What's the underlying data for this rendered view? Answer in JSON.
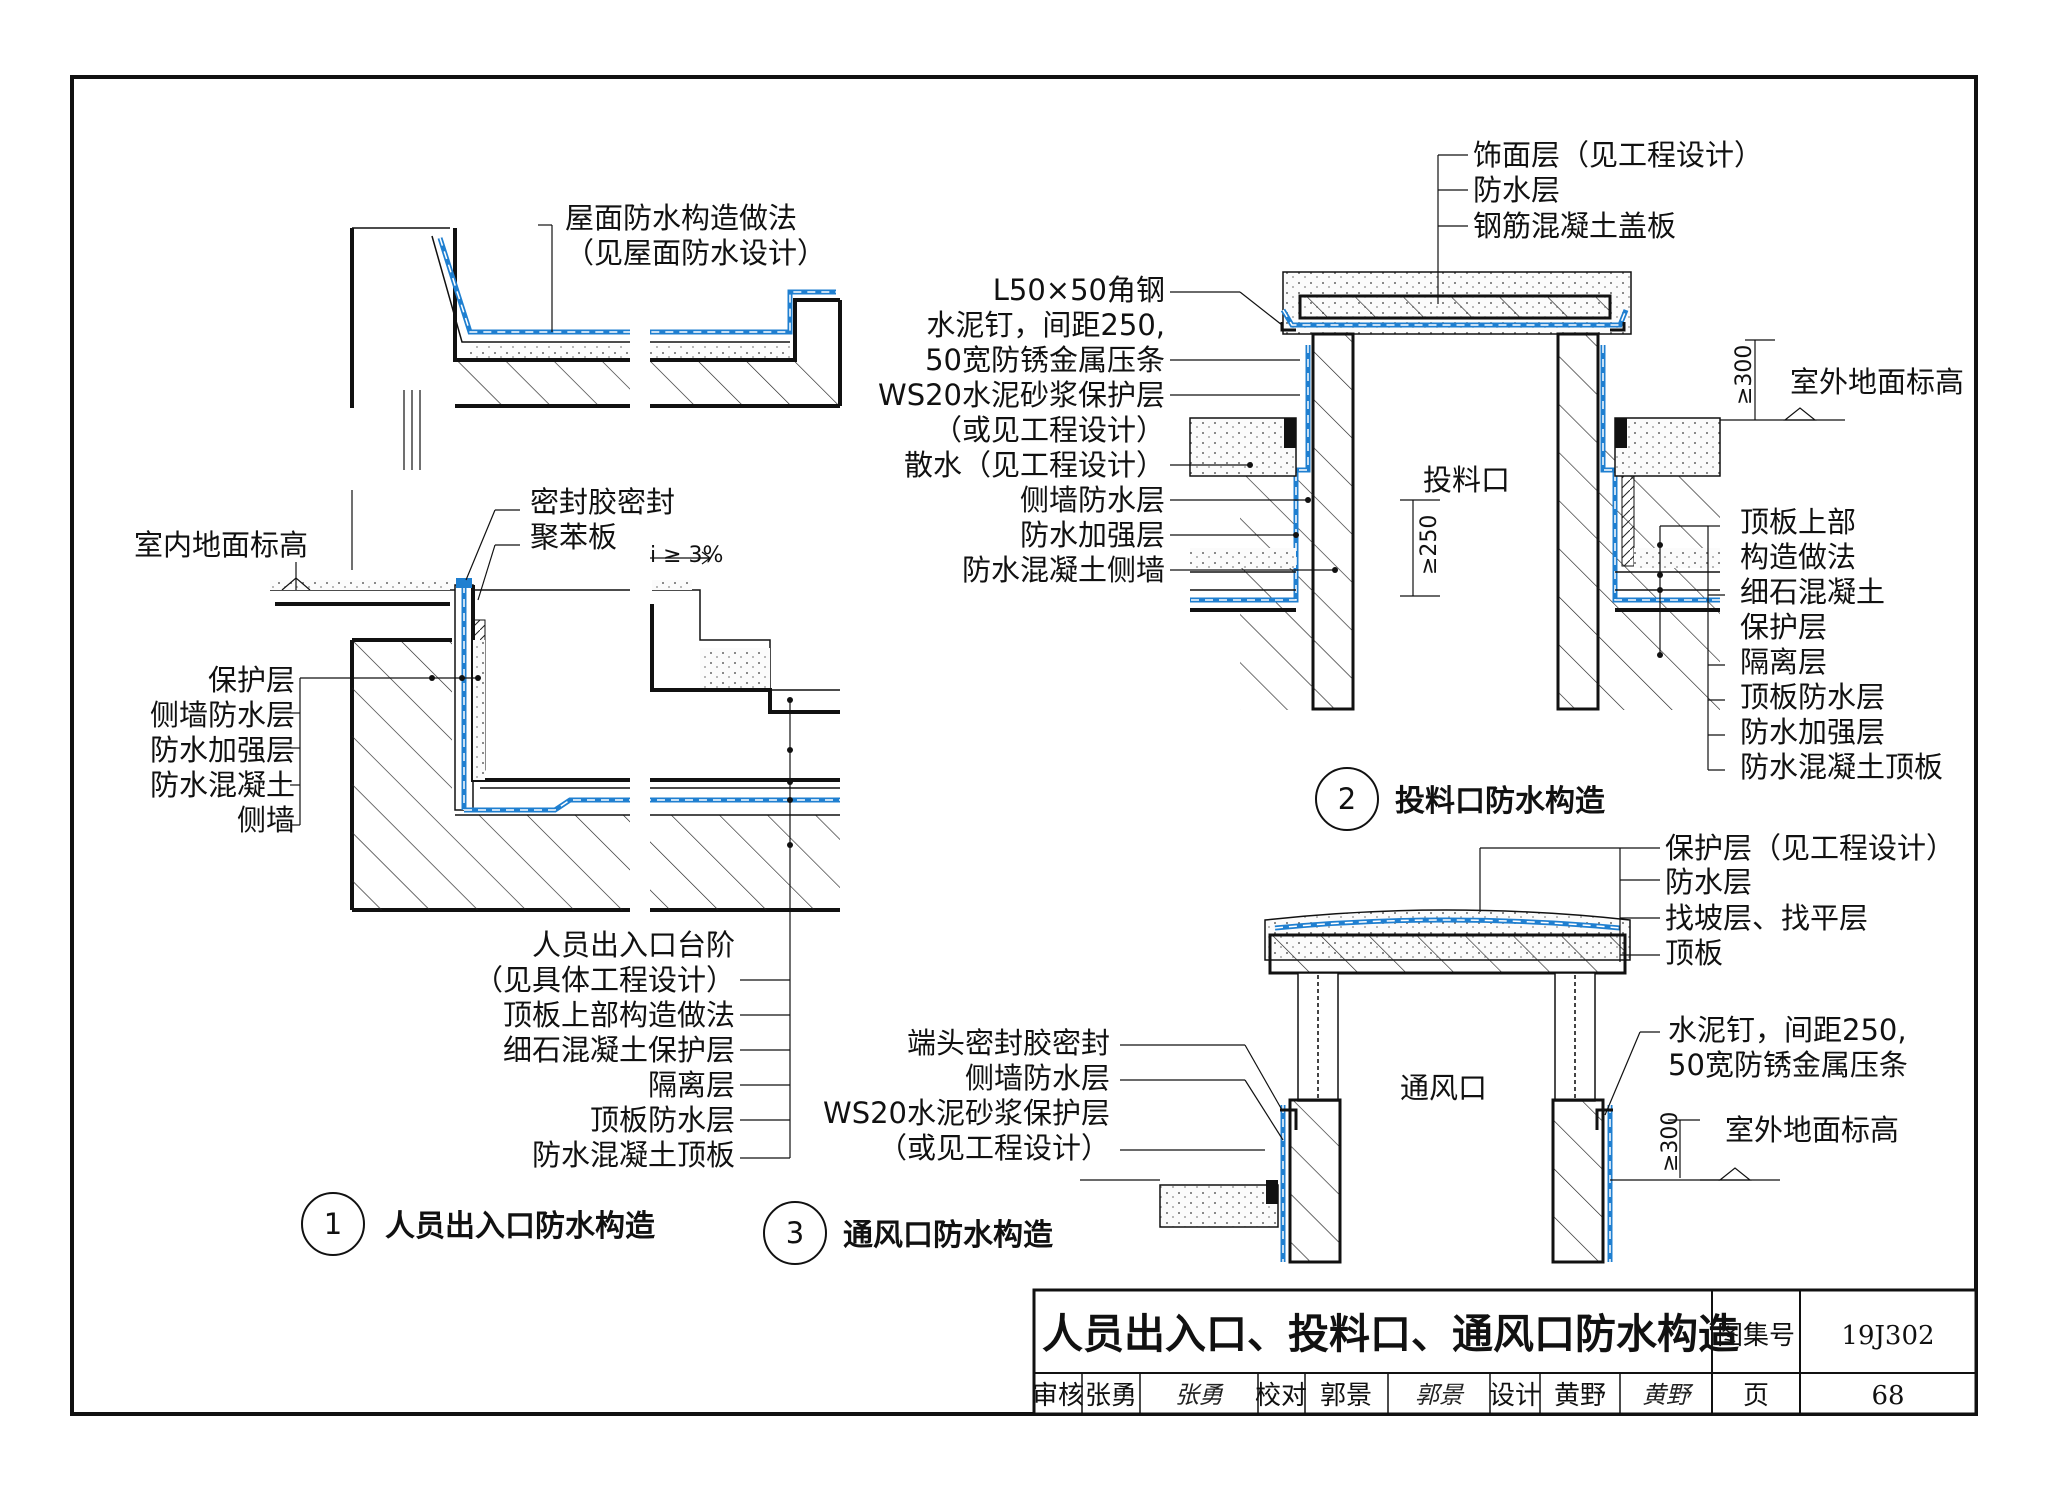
{
  "detail1": {
    "number": "1",
    "caption": "人员出入口防水构造",
    "roof_note": [
      "屋面防水构造做法",
      "（见屋面防水设计）"
    ],
    "sealant": "密封胶密封",
    "eps_board": "聚苯板",
    "slope": "i ≥ 3%",
    "indoor_level": "室内地面标高",
    "left_labels": [
      "保护层",
      "侧墙防水层",
      "防水加强层",
      "防水混凝土",
      "侧墙"
    ],
    "bottom_labels": [
      "人员出入口台阶",
      "（见具体工程设计）",
      "顶板上部构造做法",
      "细石混凝土保护层",
      "隔离层",
      "顶板防水层",
      "防水混凝土顶板"
    ]
  },
  "detail2": {
    "number": "2",
    "caption": "投料口防水构造",
    "opening": "投料口",
    "dim_height": "≥250",
    "dim_outdoor": "≥300",
    "outdoor_level": "室外地面标高",
    "top_labels": [
      "饰面层（见工程设计）",
      "防水层",
      "钢筋混凝土盖板"
    ],
    "left_labels": [
      "L50×50角钢",
      "水泥钉，间距250,",
      "50宽防锈金属压条",
      "WS20水泥砂浆保护层",
      "（或见工程设计）",
      "散水（见工程设计）",
      "侧墙防水层",
      "防水加强层",
      "防水混凝土侧墙"
    ],
    "right_labels": [
      "顶板上部",
      "构造做法",
      "细石混凝土",
      "保护层",
      "隔离层",
      "顶板防水层",
      "防水加强层",
      "防水混凝土顶板"
    ]
  },
  "detail3": {
    "number": "3",
    "caption": "通风口防水构造",
    "opening": "通风口",
    "dim_outdoor": "≥300",
    "outdoor_level": "室外地面标高",
    "top_labels": [
      "保护层（见工程设计）",
      "防水层",
      "找坡层、找平层",
      "顶板"
    ],
    "right_labels": [
      "水泥钉，间距250,",
      "50宽防锈金属压条"
    ],
    "left_labels": [
      "端头密封胶密封",
      "侧墙防水层",
      "WS20水泥砂浆保护层",
      "（或见工程设计）"
    ]
  },
  "title_block": {
    "title": "人员出入口、投料口、通风口防水构造",
    "atlas_label": "图集号",
    "atlas_no": "19J302",
    "review_label": "审核",
    "reviewer": "张勇",
    "reviewer_sig": "张勇",
    "check_label": "校对",
    "checker": "郭景",
    "checker_sig": "郭景",
    "design_label": "设计",
    "designer": "黄野",
    "designer_sig": "黄野",
    "page_label": "页",
    "page_no": "68"
  },
  "colors": {
    "waterproof": "#1f7fd0",
    "line": "#111111",
    "concrete_dots": "#555555"
  }
}
